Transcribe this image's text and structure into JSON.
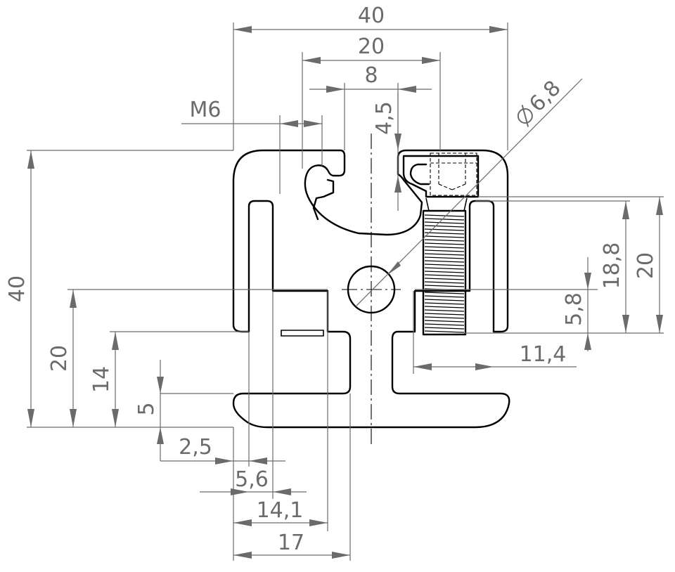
{
  "title": "",
  "dimensions": {
    "w40": "40",
    "w20": "20",
    "w8": "8",
    "m6": "M6",
    "d45": "4,5",
    "dia": "6,8",
    "h40": "40",
    "h20": "20",
    "h14": "14",
    "h5": "5",
    "r20": "20",
    "r188": "18,8",
    "r58": "5,8",
    "r114": "11,4",
    "b25": "2,5",
    "b56": "5,6",
    "b141": "14,1",
    "b17": "17"
  }
}
